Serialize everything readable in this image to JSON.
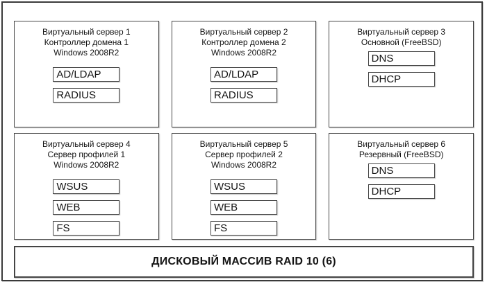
{
  "servers": [
    {
      "title": [
        "Виртуальный сервер 1",
        "Контроллер домена 1",
        "Windows 2008R2"
      ],
      "services": [
        "AD/LDAP",
        "RADIUS"
      ]
    },
    {
      "title": [
        "Виртуальный сервер 2",
        "Контроллер домена 2",
        "Windows 2008R2"
      ],
      "services": [
        "AD/LDAP",
        "RADIUS"
      ]
    },
    {
      "title": [
        "Виртуальный сервер 3",
        "Основной (FreeBSD)"
      ],
      "services": [
        "DNS",
        "DHCP"
      ]
    },
    {
      "title": [
        "Виртуальный сервер 4",
        "Сервер профилей 1",
        "Windows 2008R2"
      ],
      "services": [
        "WSUS",
        "WEB",
        "FS"
      ]
    },
    {
      "title": [
        "Виртуальный сервер 5",
        "Сервер профилей 2",
        "Windows 2008R2"
      ],
      "services": [
        "WSUS",
        "WEB",
        "FS"
      ]
    },
    {
      "title": [
        "Виртуальный сервер 6",
        "Резервный (FreeBSD)"
      ],
      "services": [
        "DNS",
        "DHCP"
      ]
    }
  ],
  "storage": {
    "label": "ДИСКОВЫЙ МАССИВ RAID 10 (6)"
  },
  "colors": {
    "border": "#454545",
    "text": "#141414",
    "background": "#ffffff"
  }
}
